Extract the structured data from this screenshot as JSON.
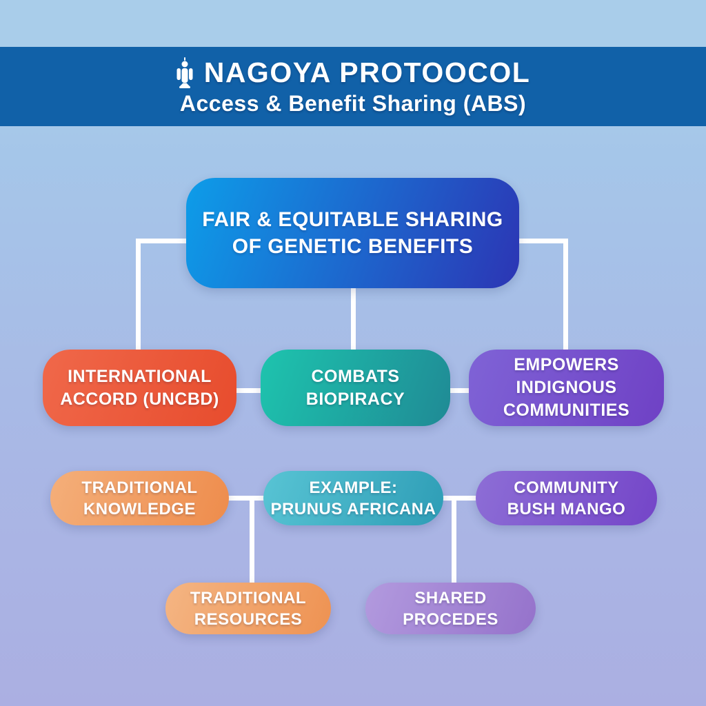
{
  "header": {
    "icon": "person-icon",
    "title": "NAGOYA PROTOOCOL",
    "subtitle": "Access & Benefit Sharing (ABS)",
    "bar_color": "#1161a8",
    "text_color": "#ffffff"
  },
  "canvas": {
    "bg_top": "#a9cdea",
    "bg_bottom": "#abafe2",
    "connector_color": "#ffffff"
  },
  "nodes": {
    "root": {
      "lines": [
        "FAIR & EQUITABLE SHARING",
        "OF GENETIC BENEFITS"
      ],
      "colors": [
        "#0d9de9",
        "#2c35b4"
      ]
    },
    "accord": {
      "lines": [
        "INTERNATIONAL",
        "ACCORD (UNCBD)"
      ],
      "colors": [
        "#f0684a",
        "#e74c2d"
      ]
    },
    "biopiracy": {
      "lines": [
        "COMBATS",
        "BIOPIRACY"
      ],
      "colors": [
        "#1ec4ae",
        "#1f8a95"
      ]
    },
    "communities": {
      "lines": [
        "EMPOWERS INDIGNOUS",
        "COMMUNITIES"
      ],
      "colors": [
        "#7f63d6",
        "#6f41c5"
      ]
    },
    "knowledge": {
      "lines": [
        "TRADITIONAL",
        "KNOWLEDGE"
      ],
      "colors": [
        "#f4af7a",
        "#ee8c4c"
      ]
    },
    "example": {
      "lines": [
        "EXAMPLE:",
        "PRUNUS AFRICANA"
      ],
      "colors": [
        "#58c4d4",
        "#2e9db6"
      ]
    },
    "bush_mango": {
      "lines": [
        "COMMUNITY",
        "BUSH MANGO"
      ],
      "colors": [
        "#8d6ed6",
        "#7445c8"
      ]
    },
    "resources": {
      "lines": [
        "TRADITIONAL",
        "RESOURCES"
      ],
      "colors": [
        "#f4b583",
        "#ee9252"
      ]
    },
    "procedes": {
      "lines": [
        "SHARED",
        "PROCEDES"
      ],
      "colors": [
        "#b29ade",
        "#9572cb"
      ]
    }
  }
}
